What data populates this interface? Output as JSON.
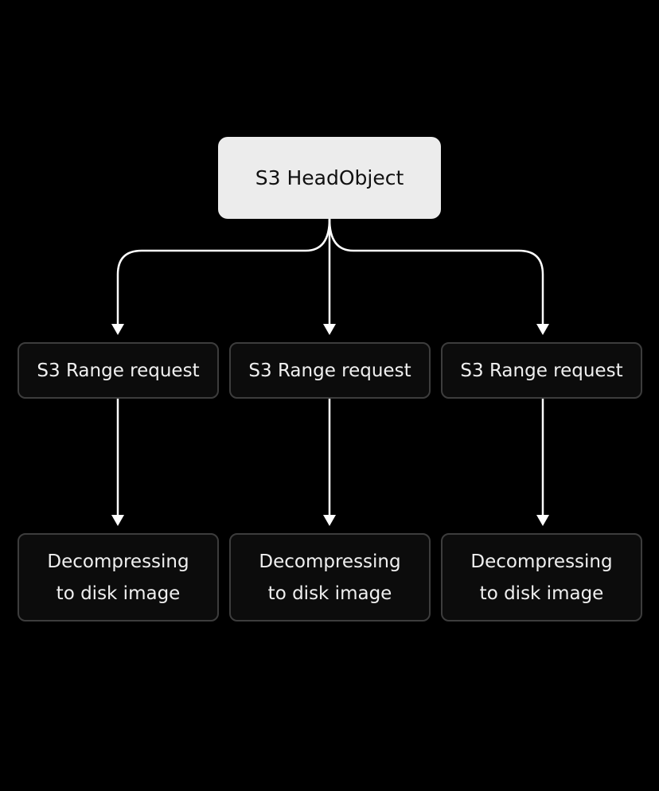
{
  "diagram": {
    "root": {
      "label": "S3 HeadObject"
    },
    "branches": [
      {
        "range_label": "S3 Range request",
        "decompress_line1": "Decompressing",
        "decompress_line2": "to disk image"
      },
      {
        "range_label": "S3 Range request",
        "decompress_line1": "Decompressing",
        "decompress_line2": "to disk image"
      },
      {
        "range_label": "S3 Range request",
        "decompress_line1": "Decompressing",
        "decompress_line2": "to disk image"
      }
    ],
    "colors": {
      "background": "#000000",
      "root_fill": "#ececec",
      "node_fill": "#0c0c0c",
      "node_border": "#3d3d3d",
      "arrow": "#ffffff"
    }
  }
}
